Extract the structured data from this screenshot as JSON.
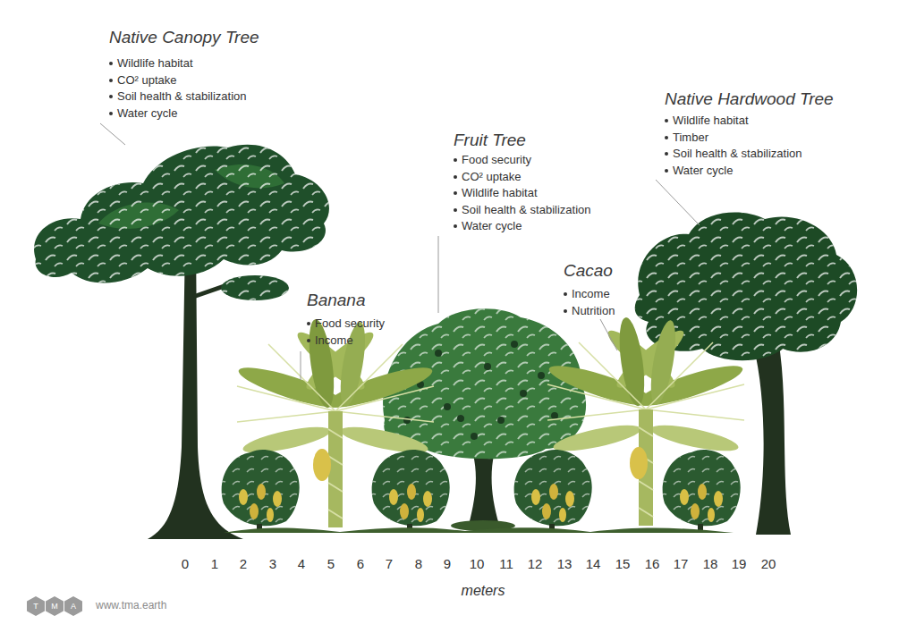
{
  "diagram": {
    "nodes": [
      {
        "text": [
          "T"
        ]
      },
      {
        "text": [
          "M"
        ]
      },
      {
        "text": [
          "A"
        ]
      }
    ],
    "labels": [
      "Native Canopy Tree",
      "Wildlife habitat",
      "CO² uptake",
      "Soil health & stabilization",
      "Water cycle",
      "Banana",
      "Food security",
      "Income",
      "Fruit Tree",
      "Food security",
      "CO² uptake",
      "Wildlife habitat",
      "Soil health & stabilization",
      "Water cycle",
      "Cacao",
      "Income",
      "Nutrition",
      "Native Hardwood Tree",
      "Wildlife habitat",
      "Timber",
      "Soil health & stabilization",
      "Water cycle",
      "0",
      "1",
      "2",
      "3",
      "4",
      "5",
      "6",
      "7",
      "8",
      "9",
      "10",
      "11",
      "12",
      "13",
      "14",
      "15",
      "16",
      "17",
      "18",
      "19",
      "20",
      "meters",
      "www.tma.earth"
    ]
  }
}
